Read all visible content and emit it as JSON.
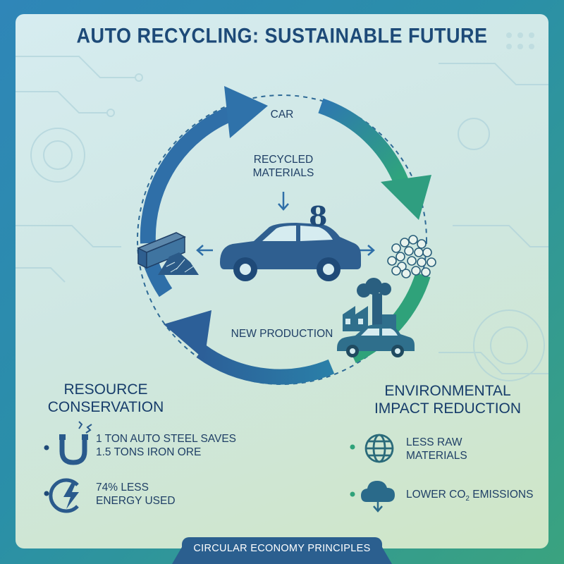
{
  "title": "AUTO RECYCLING: SUSTAINABLE FUTURE",
  "cycle": {
    "car_label": "CAR",
    "recycled_label_line1": "RECYCLED",
    "recycled_label_line2": "MATERIALS",
    "new_production_label": "NEW PRODUCTION",
    "badge": "8"
  },
  "resource_conservation": {
    "title_line1": "RESOURCE",
    "title_line2": "CONSERVATION",
    "items": [
      {
        "line1": "1 TON AUTO STEEL SAVES",
        "line2": "1.5 TONS IRON ORE",
        "icon": "magnet-icon"
      },
      {
        "line1": "74% LESS",
        "line2": "ENERGY USED",
        "icon": "lightning-icon"
      }
    ]
  },
  "environmental_impact": {
    "title_line1": "ENVIRONMENTAL",
    "title_line2": "IMPACT REDUCTION",
    "items": [
      {
        "line1": "LESS RAW",
        "line2": "MATERIALS",
        "icon": "globe-icon"
      },
      {
        "line1": "LOWER CO",
        "sub": "2",
        "line1_suffix": " EMISSIONS",
        "icon": "cloud-download-icon"
      }
    ]
  },
  "footer": "CIRCULAR ECONOMY PRINCIPLES",
  "colors": {
    "arrow_blue": "#2e6fa8",
    "arrow_green": "#2fa27a",
    "text_dark": "#1f3f66",
    "footer_bg": "#2b5f8f"
  }
}
